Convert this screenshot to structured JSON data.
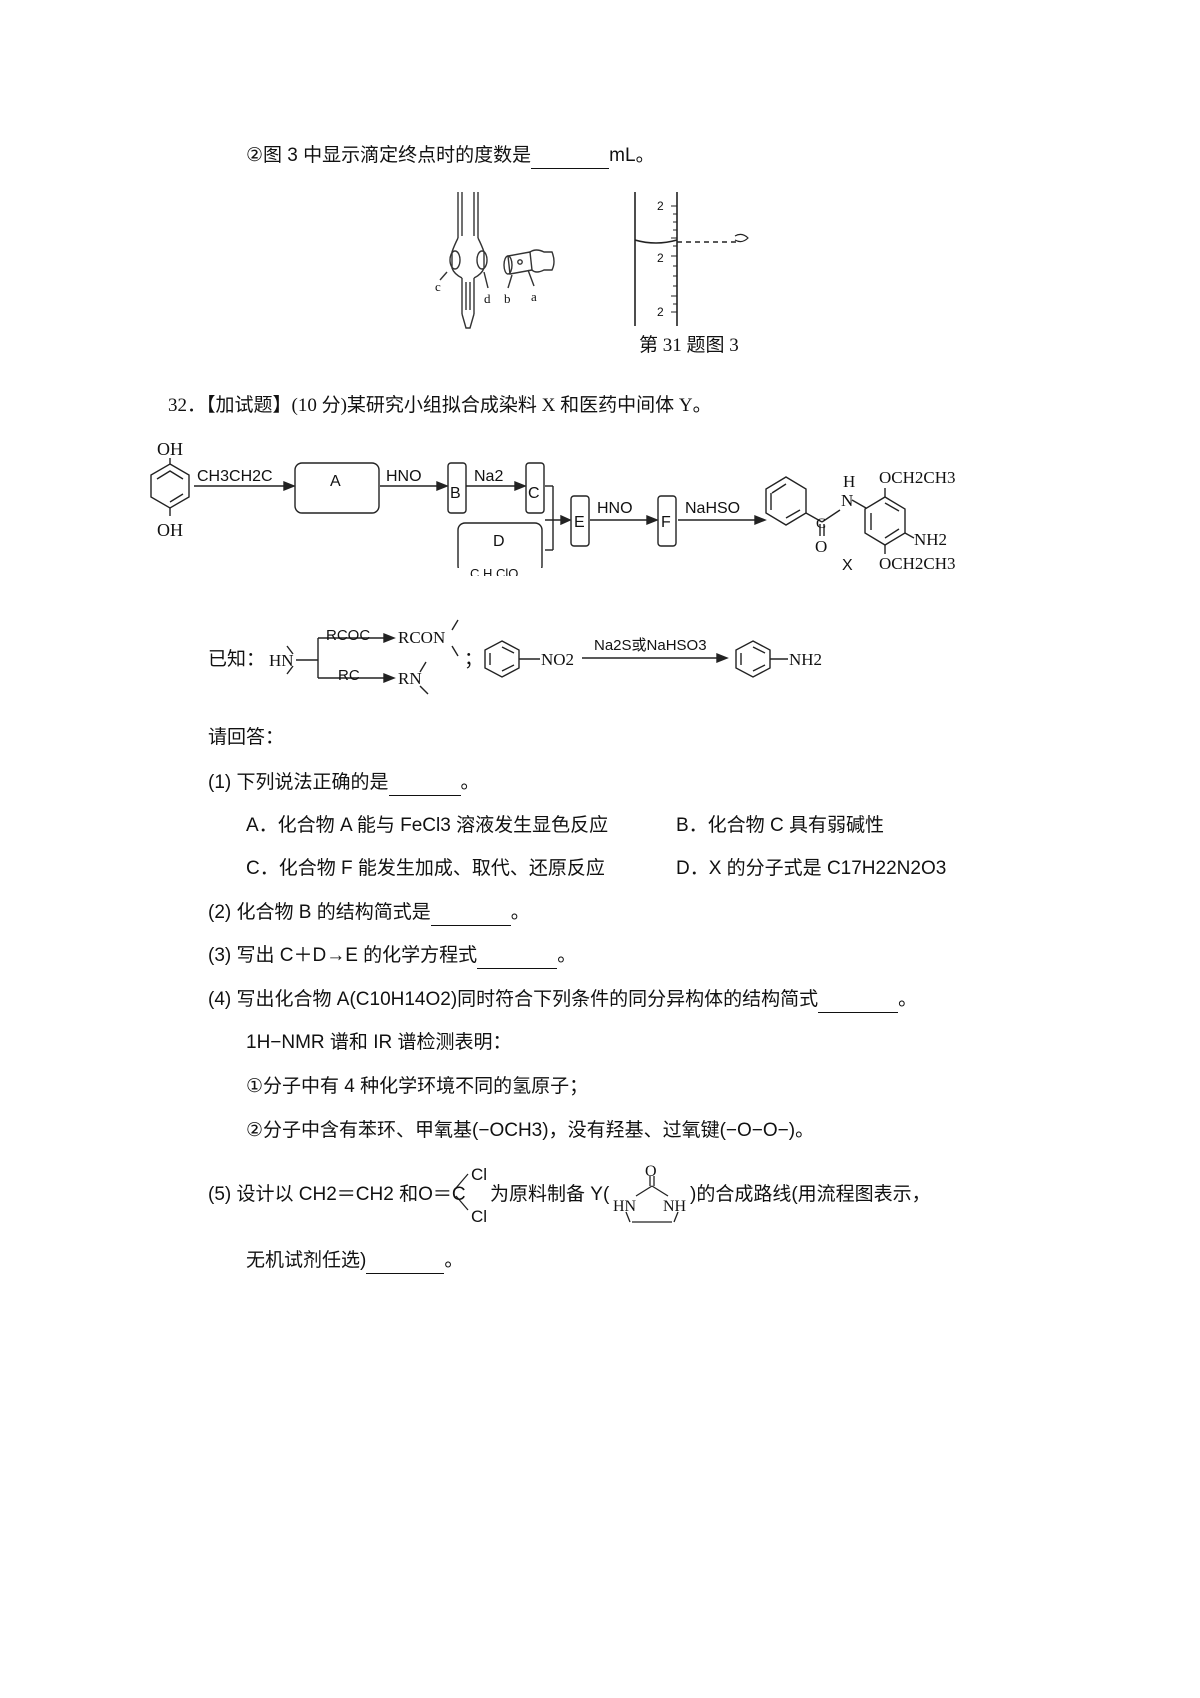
{
  "q31": {
    "subq2": "②图 3 中显示滴定终点时的度数是",
    "subq2_unit": "mL。",
    "burette_labels": [
      "c",
      "d",
      "b",
      "a"
    ],
    "scale_ticks": [
      "2",
      "2",
      "2"
    ],
    "figure_caption": "第 31 题图 3"
  },
  "q32": {
    "header": "32．【加试题】(10 分)某研究小组拟合成染料 X 和医药中间体 Y。",
    "scheme": {
      "start_oh_top": "OH",
      "start_oh_bottom": "OH",
      "reagent1": "CH3CH2C",
      "box_a": "A",
      "reagent2": "HNO",
      "box_b": "B",
      "reagent3": "Na2",
      "box_c": "C",
      "box_d": "D",
      "box_d_sub": "C H ClO",
      "box_e": "E",
      "reagent4": "HNO",
      "box_f": "F",
      "reagent5": "NaHSO",
      "x_h": "H",
      "x_n": "N",
      "x_c": "C",
      "x_o": "O",
      "x_och_top": "OCH2CH3",
      "x_nh2": "NH2",
      "x_och_bottom": "OCH2CH3",
      "x_label": "X"
    },
    "known": {
      "label": "已知：",
      "hn": "HN",
      "rcoc": "RCOC",
      "rcon": "RCON",
      "rc": "RC",
      "rn": "RN",
      "semicolon": "；",
      "no2": "NO2",
      "condition": "Na2S或NaHSO3",
      "nh2": "NH2"
    },
    "please_answer": "请回答：",
    "q1": "(1)  下列说法正确的是",
    "q1_end": "。",
    "optA": "A．化合物 A 能与 FeCl3 溶液发生显色反应",
    "optB": "B．化合物 C 具有弱碱性",
    "optC": "C．化合物 F 能发生加成、取代、还原反应",
    "optD": "D．X 的分子式是 C17H22N2O3",
    "q2": "(2)  化合物 B 的结构简式是",
    "q2_end": "。",
    "q3": "(3)  写出 C＋D→E 的化学方程式",
    "q3_end": "。",
    "q4": "(4)  写出化合物 A(C10H14O2)同时符合下列条件的同分异构体的结构简式",
    "q4_end": "。",
    "q4_note": "1H−NMR 谱和 IR 谱检测表明：",
    "q4_c1": "①分子中有 4 种化学环境不同的氢原子；",
    "q4_c2": "②分子中含有苯环、甲氧基(−OCH3)，没有羟基、过氧键(−O−O−)。",
    "q5_a": "(5)  设计以 CH2＝CH2 和O＝C",
    "q5_cl": "Cl",
    "q5_b": "为原料制备 Y(",
    "q5_y_o": "O",
    "q5_y_hn": "HN",
    "q5_y_nh": "NH",
    "q5_c": ")的合成路线(用流程图表示，",
    "q5_d": "无机试剂任选)",
    "q5_end": "。"
  }
}
